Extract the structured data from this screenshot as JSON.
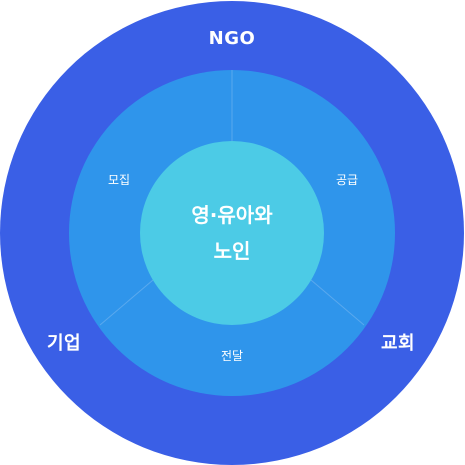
{
  "diagram": {
    "colors": {
      "outer_ring": "#3a5fe6",
      "middle_ring": "#2f95eb",
      "inner_circle": "#4ccbe6",
      "divider": "#5aa9ee",
      "text": "#ffffff"
    },
    "outer_labels": {
      "top": "NGO",
      "left": "기업",
      "right": "교회"
    },
    "middle_labels": {
      "top_left": "모집",
      "top_right": "공급",
      "bottom": "전달"
    },
    "center": {
      "line1": "영·유아와",
      "line2": "노인"
    }
  }
}
